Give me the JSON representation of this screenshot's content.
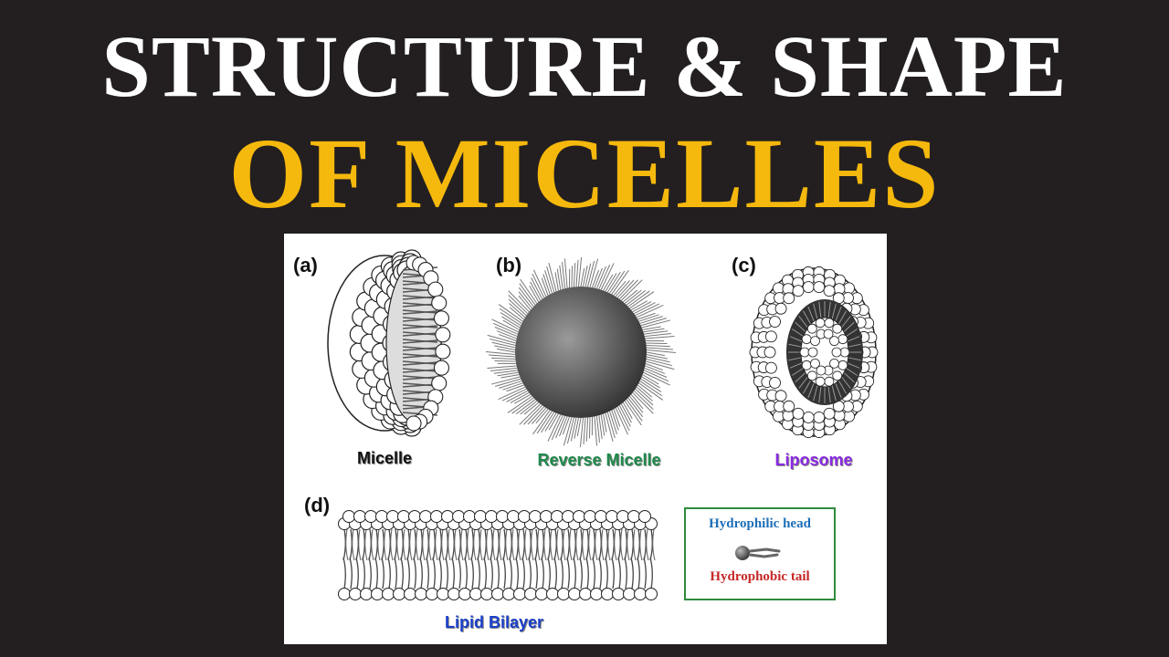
{
  "title": {
    "line1": "STRUCTURE & SHAPE",
    "line2": "OF MICELLES"
  },
  "colors": {
    "background": "#231f20",
    "title_line1": "#ffffff",
    "title_line2": "#f5b80c",
    "micelle_caption": "#111111",
    "reverse_micelle_caption": "#1f8a4c",
    "liposome_caption": "#8a2be2",
    "lipid_bilayer_caption": "#1a3fc8",
    "hydrophilic_head": "#1d6fb8",
    "hydrophobic_tail": "#c62828",
    "legend_border": "#2e8b3c"
  },
  "figure": {
    "panels": [
      {
        "label": "(a)",
        "caption": "Micelle"
      },
      {
        "label": "(b)",
        "caption": "Reverse Micelle"
      },
      {
        "label": "(c)",
        "caption": "Liposome"
      },
      {
        "label": "(d)",
        "caption": "Lipid Bilayer"
      }
    ],
    "legend": {
      "head": "Hydrophilic head",
      "tail": "Hydrophobic tail"
    }
  }
}
